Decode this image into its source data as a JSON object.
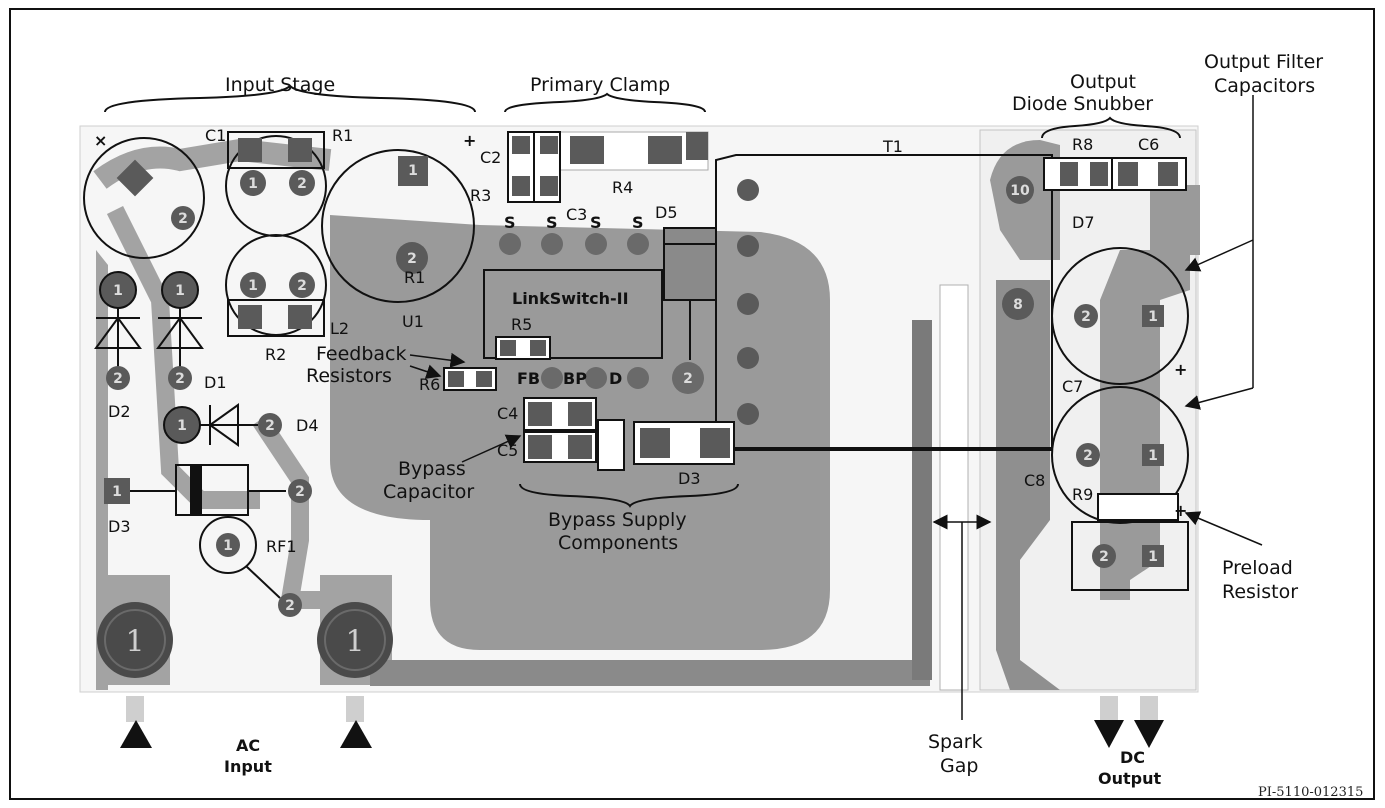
{
  "labels": {
    "input_stage": "Input Stage",
    "primary_clamp": "Primary Clamp",
    "output_diode_snubber_1": "Output",
    "output_diode_snubber_2": "Diode Snubber",
    "output_filter_caps_1": "Output Filter",
    "output_filter_caps_2": "Capacitors",
    "feedback_resistors_1": "Feedback",
    "feedback_resistors_2": "Resistors",
    "bypass_capacitor_1": "Bypass",
    "bypass_capacitor_2": "Capacitor",
    "bypass_supply_1": "Bypass Supply",
    "bypass_supply_2": "Components",
    "spark_gap_1": "Spark",
    "spark_gap_2": "Gap",
    "preload_resistor_1": "Preload",
    "preload_resistor_2": "Resistor",
    "ac_input_1": "AC",
    "ac_input_2": "Input",
    "dc_output_1": "DC",
    "dc_output_2": "Output",
    "ic_name": "LinkSwitch-II",
    "doc_id": "PI-5110-012315"
  },
  "refdes": {
    "c1": "C1",
    "r1_top": "R1",
    "r1_mid": "R1",
    "c2": "C2",
    "r3": "R3",
    "r4": "R4",
    "c3": "C3",
    "d5": "D5",
    "t1": "T1",
    "r8": "R8",
    "c6": "C6",
    "d7": "D7",
    "c7": "C7",
    "c8": "C8",
    "r9": "R9",
    "l2": "L2",
    "r2": "R2",
    "u1": "U1",
    "r5": "R5",
    "r6": "R6",
    "d1": "D1",
    "d2": "D2",
    "d3_left": "D3",
    "d3_mid": "D3",
    "d4": "D4",
    "c4": "C4",
    "c5": "C5",
    "rf1": "RF1"
  },
  "pins": {
    "s1": "S",
    "s2": "S",
    "s3": "S",
    "s4": "S",
    "fb": "FB",
    "bp": "BP",
    "d": "D"
  },
  "pads": {
    "one": "1",
    "two": "2",
    "eight": "8",
    "ten": "10"
  },
  "marks": {
    "plus": "+",
    "cross": "×"
  },
  "colors": {
    "trace": "#8e8e8e",
    "pad": "#5a5a5a",
    "outline": "#111111",
    "board_bg": "#f4f4f4"
  }
}
